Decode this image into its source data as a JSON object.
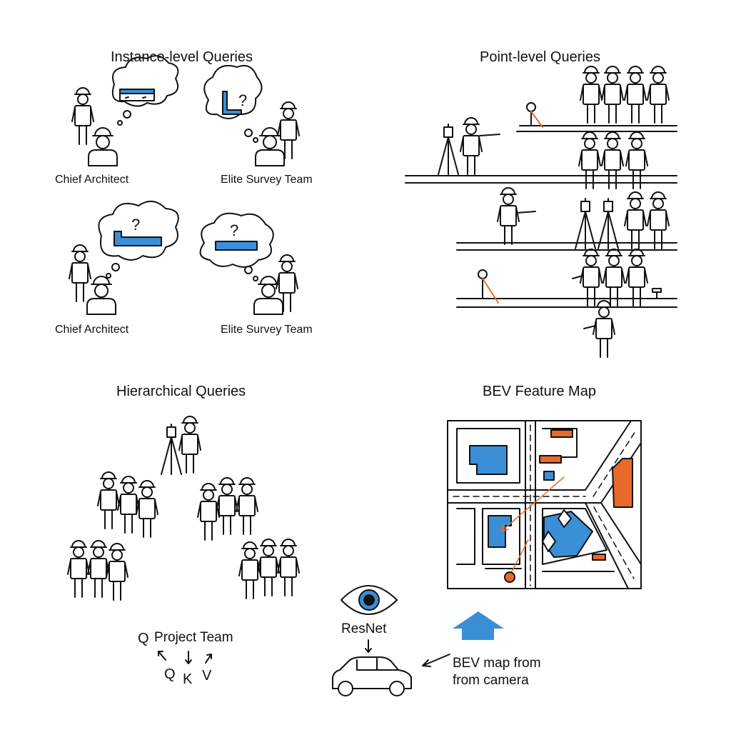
{
  "colors": {
    "ink": "#111111",
    "blue": "#3a8fd6",
    "orange": "#e8692b",
    "paper": "#ffffff"
  },
  "instance": {
    "title": "Instance-level Queries",
    "cap_architect": "Chief Architect",
    "cap_survey": "Elite Survey Team",
    "q_mark": "?"
  },
  "point": {
    "title": "Point-level Queries"
  },
  "hier": {
    "title": "Hierarchical Queries",
    "q_top": "Q",
    "team": "Project Team",
    "q": "Q",
    "k": "K",
    "v": "V"
  },
  "bev": {
    "title": "BEV Feature Map"
  },
  "bottom": {
    "resnet": "ResNet",
    "bev_line1": "BEV map from",
    "bev_line2": "from camera"
  },
  "icons": [
    "worker-icon",
    "thought-bubble-icon",
    "tripod-icon",
    "survey-marker-icon",
    "eye-icon",
    "car-icon",
    "up-arrow-icon"
  ]
}
